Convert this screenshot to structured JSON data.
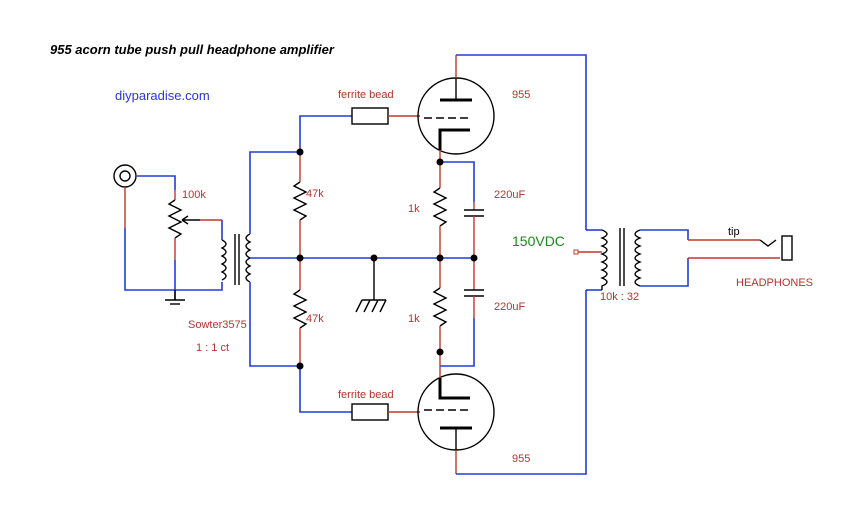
{
  "title": "955 acorn tube push pull headphone amplifier",
  "site": "diyparadise.com",
  "labels": {
    "ferrite_top": "ferrite bead",
    "ferrite_bottom": "ferrite bead",
    "tube_top": "955",
    "tube_bottom": "955",
    "pot": "100k",
    "r_top": "47k",
    "r_bottom": "47k",
    "k_top": "1k",
    "k_bottom": "1k",
    "cap_top": "220uF",
    "cap_bottom": "220uF",
    "supply": "150VDC",
    "input_xfmr": "Sowter3575",
    "input_ratio": "1 : 1 ct",
    "output_ratio": "10k : 32",
    "jack_tip": "tip",
    "output": "HEADPHONES"
  },
  "colors": {
    "wire": "#1f3fd6",
    "lead": "#c0392b",
    "label": "#b8322a",
    "site": "#2a35e0",
    "supply": "#1a8a1a"
  }
}
